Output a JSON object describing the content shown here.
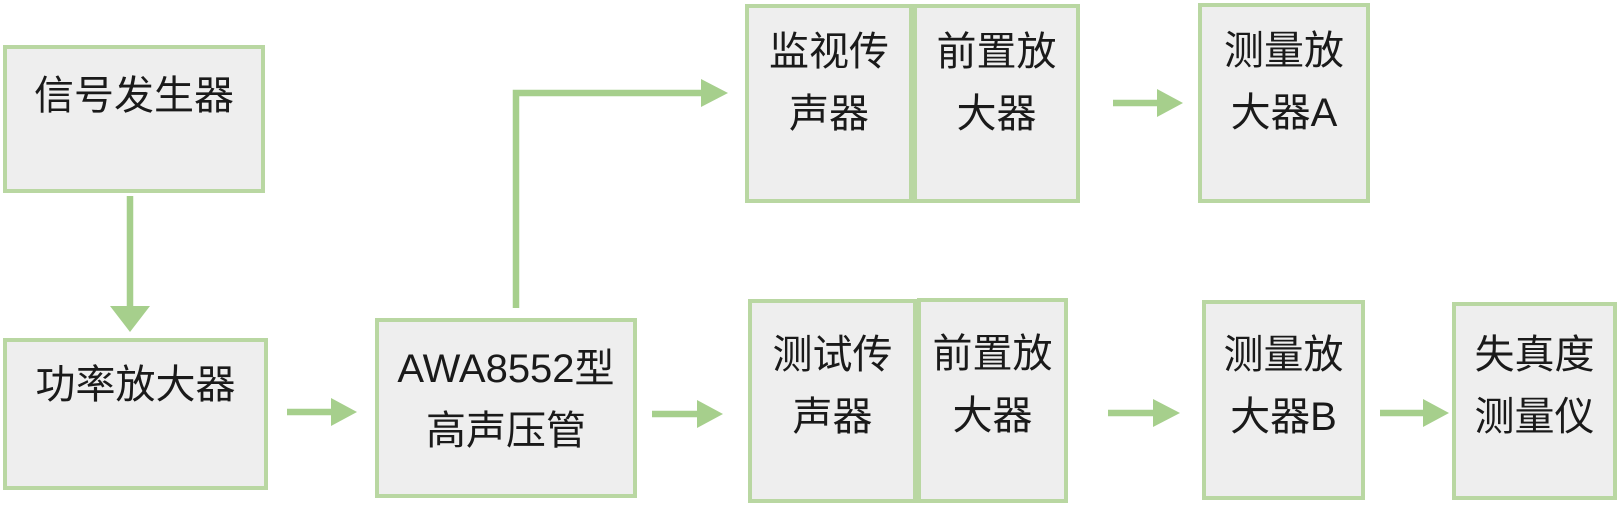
{
  "diagram": {
    "type": "flowchart",
    "description": "Distortion measurement setup block diagram",
    "nodes": {
      "signal_generator": {
        "label": "信号发生器",
        "lines": [
          "信号发生器"
        ]
      },
      "power_amplifier": {
        "label": "功率放大器",
        "lines": [
          "功率放大器"
        ]
      },
      "awa8552": {
        "label": "AWA8552型高声压管",
        "lines": [
          "AWA8552型",
          "高声压管"
        ]
      },
      "monitor_mic": {
        "label": "监视传声器",
        "lines": [
          "监视传",
          "声器"
        ]
      },
      "preamp_top": {
        "label": "前置放大器",
        "lines": [
          "前置放",
          "大器"
        ]
      },
      "measuring_amp_a": {
        "label": "测量放大器A",
        "lines": [
          "测量放",
          "大器A"
        ]
      },
      "test_mic": {
        "label": "测试传声器",
        "lines": [
          "测试传",
          "声器"
        ]
      },
      "preamp_bottom": {
        "label": "前置放大器",
        "lines": [
          "前置放",
          "大器"
        ]
      },
      "measuring_amp_b": {
        "label": "测量放大器B",
        "lines": [
          "测量放",
          "大器B"
        ]
      },
      "distortion_meter": {
        "label": "失真度测量仪",
        "lines": [
          "失真度",
          "测量仪"
        ]
      }
    },
    "edges": [
      {
        "from": "signal_generator",
        "to": "power_amplifier"
      },
      {
        "from": "power_amplifier",
        "to": "awa8552"
      },
      {
        "from": "awa8552",
        "to": "monitor_mic"
      },
      {
        "from": "awa8552",
        "to": "test_mic"
      },
      {
        "from": "preamp_top",
        "to": "measuring_amp_a"
      },
      {
        "from": "preamp_bottom",
        "to": "measuring_amp_b"
      },
      {
        "from": "measuring_amp_b",
        "to": "distortion_meter"
      }
    ],
    "colors": {
      "background": "#ffffff",
      "box_fill": "#eeeeee",
      "box_border": "#b9d7a2",
      "arrow": "#a6cf8c",
      "text": "#1a1a1a"
    }
  }
}
